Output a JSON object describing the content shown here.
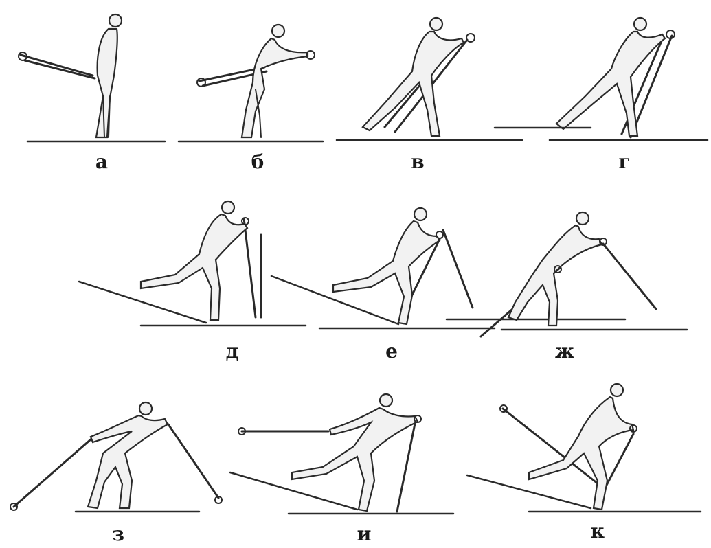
{
  "figure": {
    "labels": [
      "а",
      "б",
      "в",
      "г",
      "д",
      "е",
      "ж",
      "з",
      "и",
      "к"
    ]
  }
}
